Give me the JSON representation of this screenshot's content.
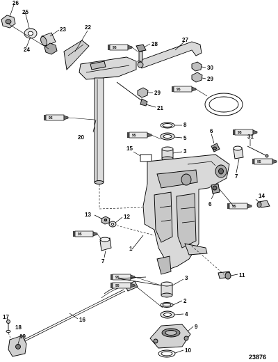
{
  "diagram": {
    "reference_number": "23876",
    "sealant_label": "95",
    "callouts": [
      "1",
      "2",
      "3",
      "4",
      "5",
      "6",
      "7",
      "8",
      "9",
      "10",
      "11",
      "12",
      "13",
      "14",
      "15",
      "16",
      "17",
      "18",
      "19",
      "20",
      "21",
      "22",
      "23",
      "24",
      "25",
      "26",
      "27",
      "28",
      "29",
      "30",
      "31"
    ],
    "colors": {
      "ink": "#000000",
      "part_fill": "#d9d9d9",
      "part_dark": "#9a9a9a",
      "background": "#ffffff"
    }
  }
}
